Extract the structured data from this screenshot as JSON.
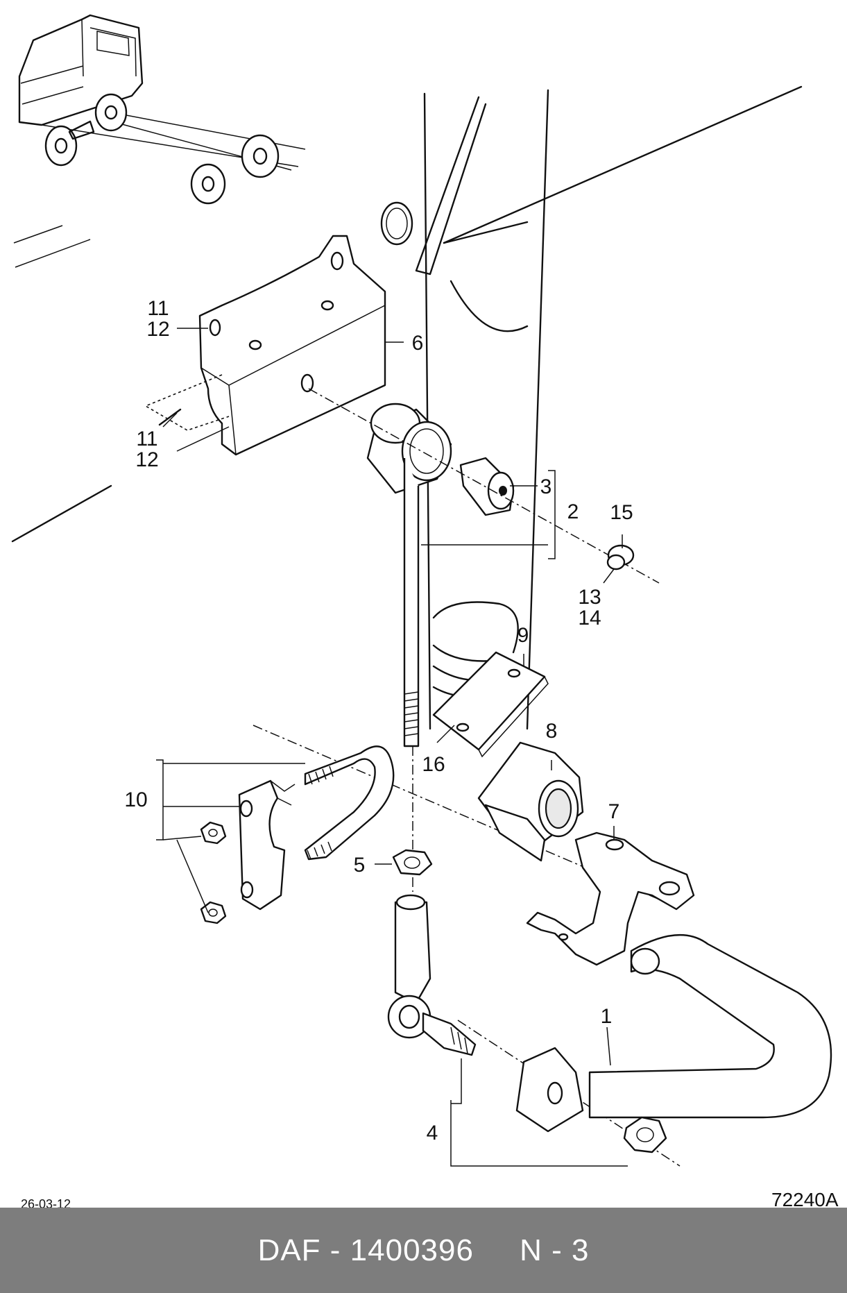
{
  "diagram": {
    "date": "26-03-12",
    "reference": "72240A",
    "callouts": {
      "c1": "1",
      "c2": "2",
      "c3": "3",
      "c4": "4",
      "c5": "5",
      "c6": "6",
      "c7": "7",
      "c8": "8",
      "c9": "9",
      "c10": "10",
      "c11a": "11",
      "c12a": "12",
      "c11b": "11",
      "c12b": "12",
      "c13": "13",
      "c14": "14",
      "c15": "15",
      "c16": "16"
    }
  },
  "footer": {
    "text": "DAF - 1400396     N - 3",
    "background": "#7d7d7d",
    "color": "#ffffff"
  }
}
